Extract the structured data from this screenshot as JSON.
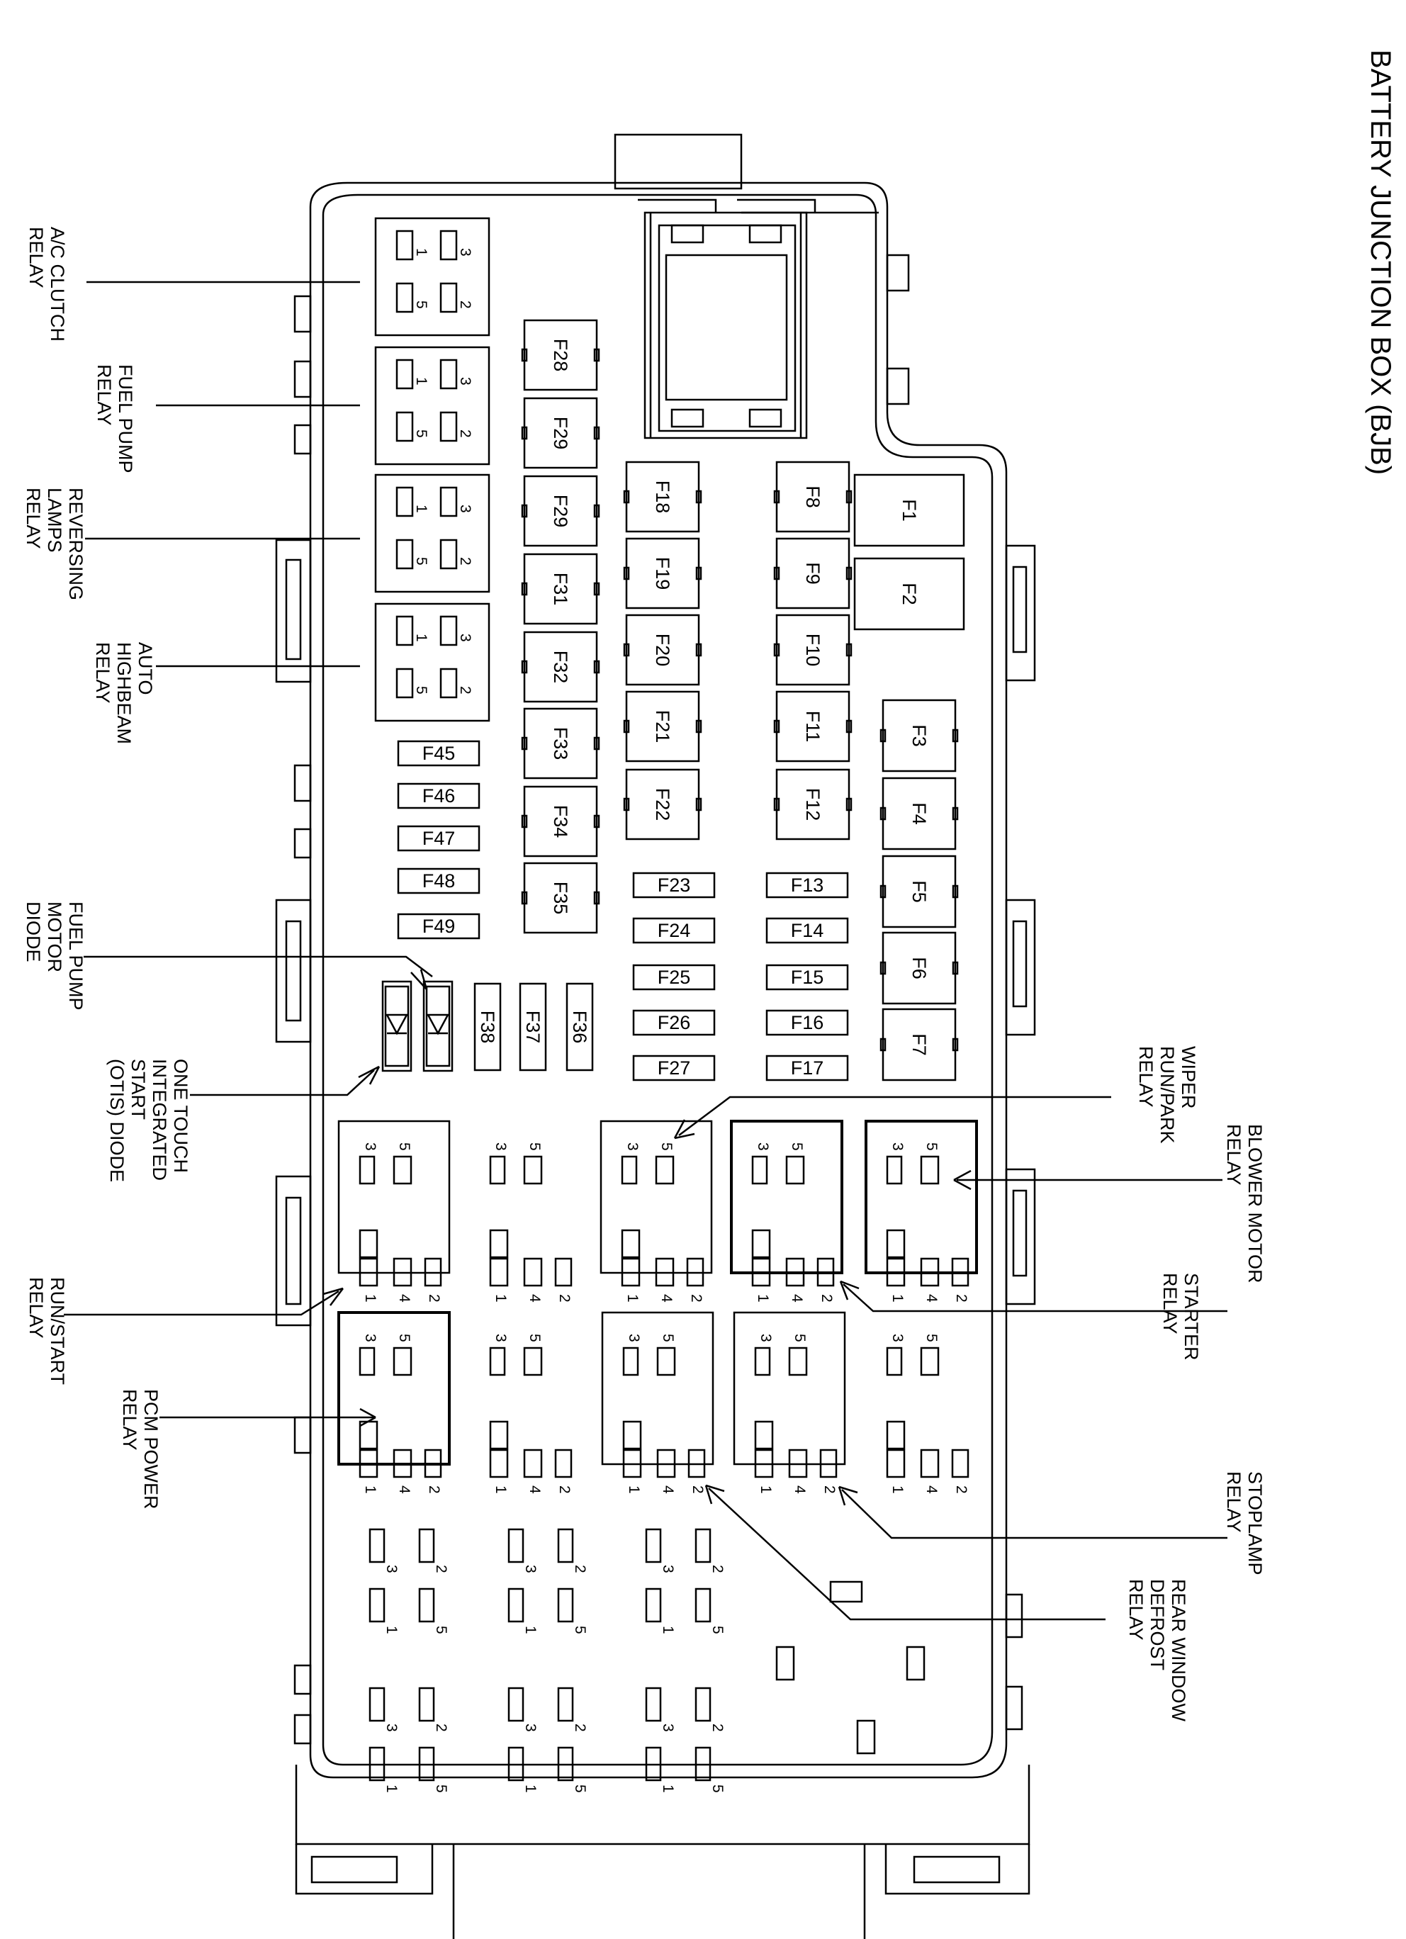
{
  "title": "BATTERY JUNCTION BOX (BJB)",
  "relays_left": [
    {
      "id": "ac",
      "lines": [
        "A/C CLUTCH",
        "RELAY"
      ]
    },
    {
      "id": "fuel",
      "lines": [
        "FUEL PUMP",
        "RELAY"
      ]
    },
    {
      "id": "rev",
      "lines": [
        "REVERSING",
        "LAMPS",
        "RELAY"
      ]
    },
    {
      "id": "hb",
      "lines": [
        "AUTO",
        "HIGHBEAM",
        "RELAY"
      ]
    }
  ],
  "relay_pins": {
    "p1": "1",
    "p2": "2",
    "p3": "3",
    "p4": "4",
    "p5": "5"
  },
  "callouts": {
    "fuel_pump_motor_diode": [
      "FUEL PUMP",
      "MOTOR",
      "DIODE"
    ],
    "otis_diode": [
      "ONE TOUCH",
      "INTEGRATED",
      "START",
      "(OTIS) DIODE"
    ],
    "run_start": [
      "RUN/START",
      "RELAY"
    ],
    "pcm_power": [
      "PCM POWER",
      "RELAY"
    ],
    "wiper": [
      "WIPER",
      "RUN/PARK",
      "RELAY"
    ],
    "blower": [
      "BLOWER MOTOR",
      "RELAY"
    ],
    "starter": [
      "STARTER",
      "RELAY"
    ],
    "stoplamp": [
      "STOPLAMP",
      "RELAY"
    ],
    "rear_window": [
      "REAR WINDOW",
      "DEFROST",
      "RELAY"
    ]
  },
  "fuses": {
    "f1": "F1",
    "f2": "F2",
    "f3": "F3",
    "f4": "F4",
    "f5": "F5",
    "f6": "F6",
    "f7": "F7",
    "f8": "F8",
    "f9": "F9",
    "f10": "F10",
    "f11": "F11",
    "f12": "F12",
    "f13": "F13",
    "f14": "F14",
    "f15": "F15",
    "f16": "F16",
    "f17": "F17",
    "f18": "F18",
    "f19": "F19",
    "f20": "F20",
    "f21": "F21",
    "f22": "F22",
    "f23": "F23",
    "f24": "F24",
    "f25": "F25",
    "f26": "F26",
    "f27": "F27",
    "f28": "F28",
    "f29a": "F29",
    "f29b": "F29",
    "f31": "F31",
    "f32": "F32",
    "f33": "F33",
    "f34": "F34",
    "f35": "F35",
    "f36": "F36",
    "f37": "F37",
    "f38": "F38",
    "f45": "F45",
    "f46": "F46",
    "f47": "F47",
    "f48": "F48",
    "f49": "F49"
  }
}
